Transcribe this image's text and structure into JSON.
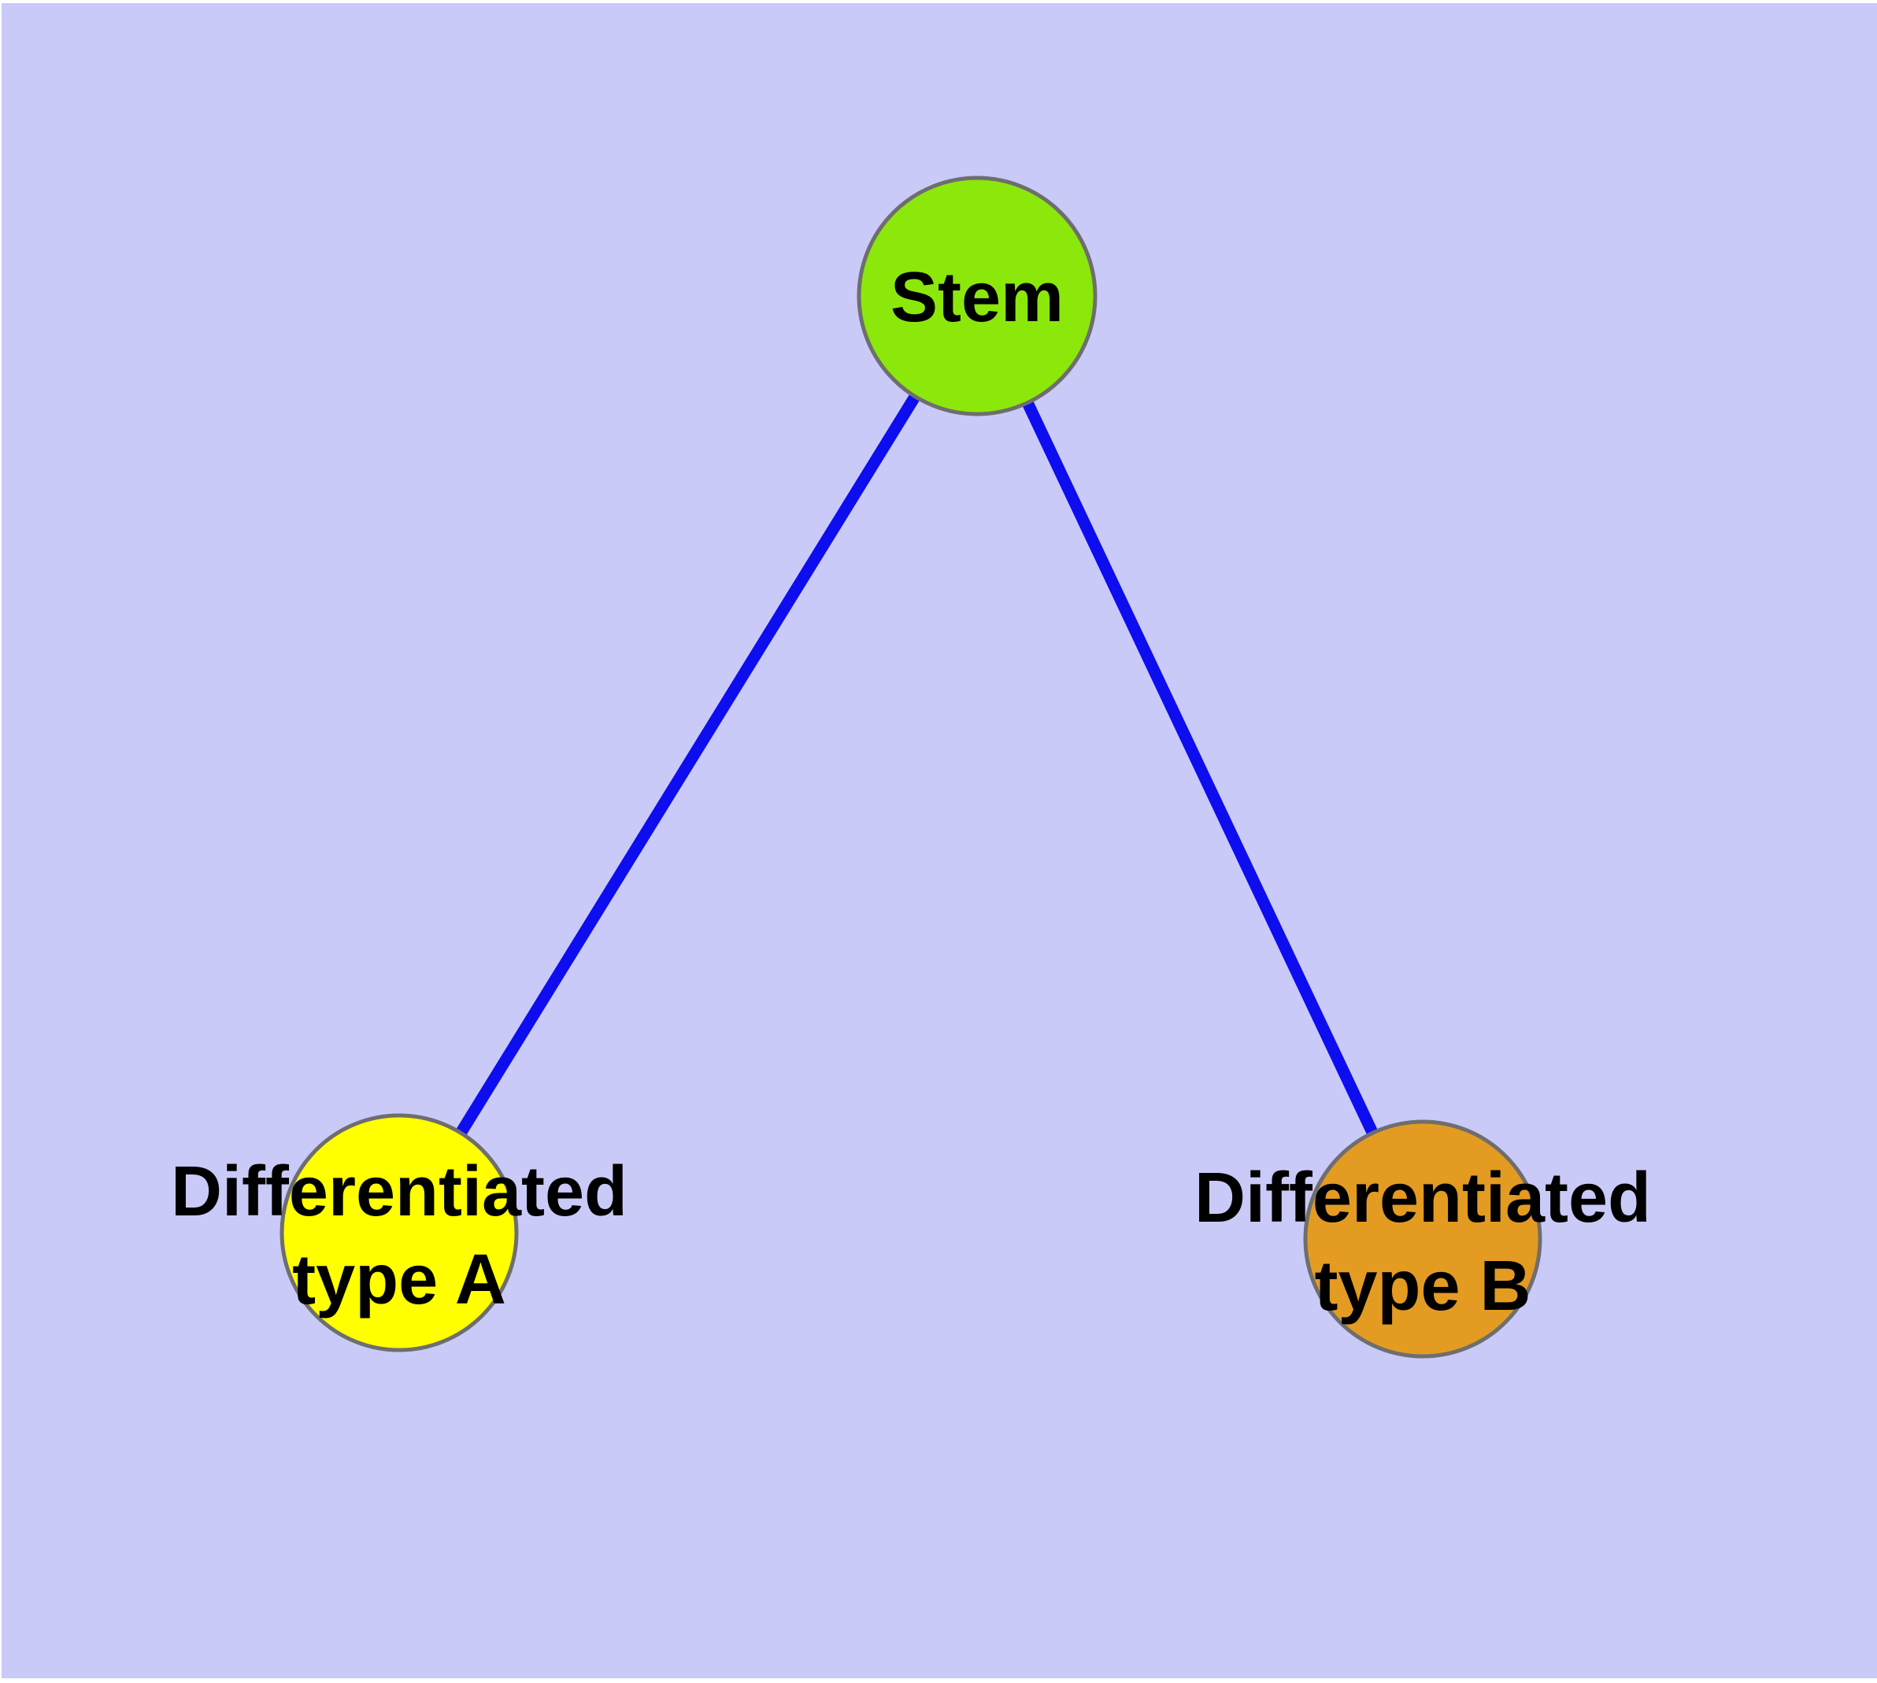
{
  "diagram": {
    "type": "node-link-graph",
    "background_color": "#CACAF8",
    "page_margin_color": "#FFFFFF",
    "edge_color": "#0D0DF0",
    "node_border_color": "#6E6E6E",
    "label_color": "#000000",
    "nodes": {
      "stem": {
        "label": "Stem",
        "color": "#8CE80A"
      },
      "typeA": {
        "label_line1": "Differentiated",
        "label_line2": "type A",
        "color": "#FFFF00"
      },
      "typeB": {
        "label_line1": "Differentiated",
        "label_line2": "type B",
        "color": "#E49B22"
      }
    },
    "edges": [
      {
        "from": "Stem",
        "to": "Differentiated type A"
      },
      {
        "from": "Stem",
        "to": "Differentiated type B"
      }
    ]
  }
}
